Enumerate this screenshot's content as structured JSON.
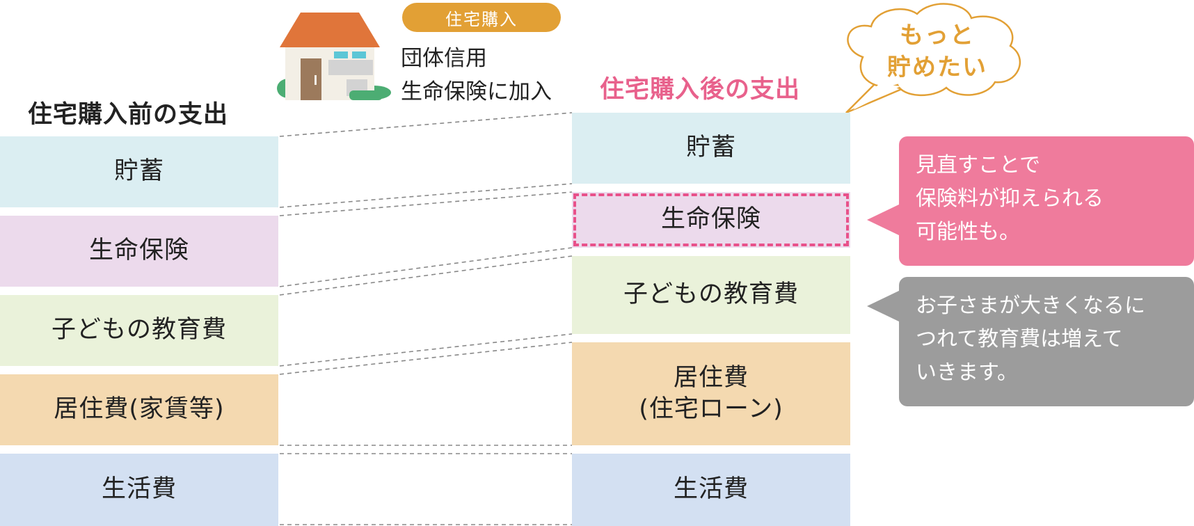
{
  "before": {
    "title": "住宅購入前の支出",
    "blocks": {
      "savings": "貯蓄",
      "life_insurance": "生命保険",
      "education": "子どもの教育費",
      "housing": "居住費(家賃等)",
      "living": "生活費"
    }
  },
  "purchase": {
    "badge": "住宅購入",
    "note_line1": "団体信用",
    "note_line2": "生命保険に加入"
  },
  "after": {
    "title": "住宅購入後の支出",
    "blocks": {
      "savings": "貯蓄",
      "life_insurance": "生命保険",
      "education": "子どもの教育費",
      "housing_line1": "居住費",
      "housing_line2": "(住宅ローン)",
      "living": "生活費"
    }
  },
  "thought_bubble": {
    "line1": "もっと",
    "line2": "貯めたい"
  },
  "callouts": {
    "insurance": {
      "line1": "見直すことで",
      "line2": "保険料が抑えられる",
      "line3": "可能性も。"
    },
    "education": {
      "line1": "お子さまが大きくなるに",
      "line2": "つれて教育費は増えて",
      "line3": "いきます。"
    }
  },
  "colors": {
    "accent_pink": "#e8618c",
    "accent_orange": "#e2a035",
    "callout_pink": "#ef7b9c",
    "callout_grey": "#9c9c9c",
    "savings_bg": "#dbeef2",
    "life_insurance_bg": "#ecdaec",
    "education_bg": "#eaf2da",
    "housing_bg": "#f4d9b0",
    "living_bg": "#d3e0f2"
  },
  "icons": {
    "house": "house-icon",
    "thought_bubble": "thought-bubble-icon"
  }
}
